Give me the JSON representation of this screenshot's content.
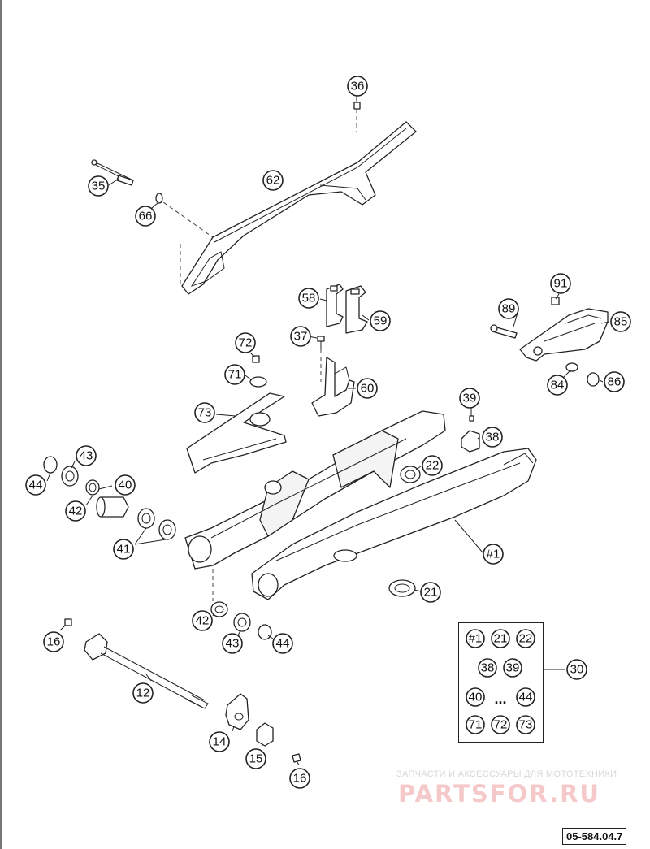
{
  "diagram": {
    "callouts": [
      {
        "id": "c36",
        "label": "36"
      },
      {
        "id": "c35",
        "label": "35"
      },
      {
        "id": "c62",
        "label": "62"
      },
      {
        "id": "c66",
        "label": "66"
      },
      {
        "id": "c58",
        "label": "58"
      },
      {
        "id": "c59",
        "label": "59"
      },
      {
        "id": "c91",
        "label": "91"
      },
      {
        "id": "c89",
        "label": "89"
      },
      {
        "id": "c85",
        "label": "85"
      },
      {
        "id": "c84",
        "label": "84"
      },
      {
        "id": "c86",
        "label": "86"
      },
      {
        "id": "c72",
        "label": "72"
      },
      {
        "id": "c37",
        "label": "37"
      },
      {
        "id": "c71",
        "label": "71"
      },
      {
        "id": "c60",
        "label": "60"
      },
      {
        "id": "c73",
        "label": "73"
      },
      {
        "id": "c39",
        "label": "39"
      },
      {
        "id": "c38",
        "label": "38"
      },
      {
        "id": "c43a",
        "label": "43"
      },
      {
        "id": "c44a",
        "label": "44"
      },
      {
        "id": "c40",
        "label": "40"
      },
      {
        "id": "c42a",
        "label": "42"
      },
      {
        "id": "c22",
        "label": "22"
      },
      {
        "id": "c41",
        "label": "41"
      },
      {
        "id": "c1",
        "label": "#1"
      },
      {
        "id": "c21",
        "label": "21"
      },
      {
        "id": "c42b",
        "label": "42"
      },
      {
        "id": "c43b",
        "label": "43"
      },
      {
        "id": "c44b",
        "label": "44"
      },
      {
        "id": "c16a",
        "label": "16"
      },
      {
        "id": "c12",
        "label": "12"
      },
      {
        "id": "c14",
        "label": "14"
      },
      {
        "id": "c15",
        "label": "15"
      },
      {
        "id": "c16b",
        "label": "16"
      },
      {
        "id": "c30",
        "label": "30"
      }
    ],
    "kit_box": {
      "row1": [
        "#1",
        "21",
        "22"
      ],
      "row2": [
        "38",
        "39"
      ],
      "row3_start": "40",
      "row3_ellipsis": "...",
      "row3_end": "44",
      "row4": [
        "71",
        "72",
        "73"
      ]
    },
    "watermark": {
      "tagline": "ЗАПЧАСТИ И АКСЕССУАРЫ ДЛЯ МОТОТЕХНИКИ",
      "logo": "PARTSFOR.RU"
    },
    "drawing_number": "05-584.04.7"
  }
}
